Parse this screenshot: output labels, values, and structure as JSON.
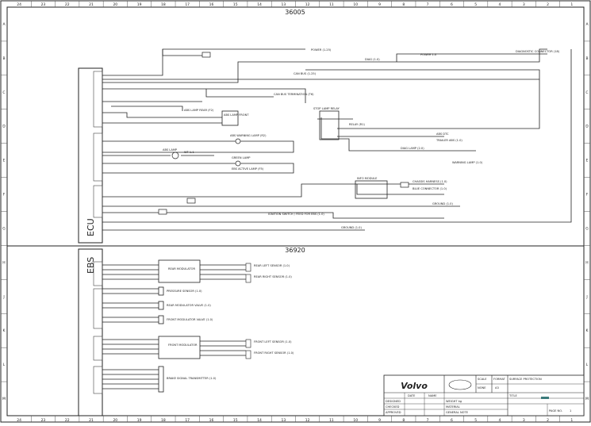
{
  "border": {
    "top_columns": [
      "24",
      "23",
      "22",
      "21",
      "20",
      "19",
      "18",
      "17",
      "16",
      "15",
      "14",
      "13",
      "12",
      "11",
      "10",
      "9",
      "8",
      "7",
      "6",
      "5",
      "4",
      "3",
      "2",
      "1"
    ],
    "bottom_columns": [
      "24",
      "23",
      "22",
      "21",
      "20",
      "19",
      "18",
      "17",
      "16",
      "15",
      "14",
      "13",
      "12",
      "11",
      "10",
      "9",
      "8",
      "7",
      "6",
      "5",
      "4",
      "3",
      "2",
      "1"
    ],
    "rows": [
      "A",
      "B",
      "C",
      "D",
      "E",
      "F",
      "G",
      "H",
      "J",
      "K",
      "L",
      "M"
    ]
  },
  "sections": {
    "upper_number": "36005",
    "lower_number": "36920"
  },
  "modules": {
    "ecu_label": "ECU",
    "ebs_label": "EBS"
  },
  "upper_components": {
    "power_label": "POWER (1.25)",
    "power_right_label": "POWER 1.0",
    "diag_connector": "DIAGNOSTIC CONNECTOR (18)",
    "diag_connector_a": "DIAG (1.0)",
    "can_bus": "CAN BUS (1.25)",
    "can_bus_termination": "CAN BUS TERMINATION (T6)",
    "abs_lamp_rear": "ABS LAMP REAR (F2)",
    "abs_lamp_front": "ABS LAMP FRONT",
    "abs_warning_lamp": "ABS WARNING LAMP (R2)",
    "abs_lamp": "ABS LAMP",
    "ebs_active_lamp": "EBS ACTIVE LAMP (F5)",
    "wt_1_1": "WT 1.1",
    "green_lamp": "GREEN LAMP",
    "stop_lamp_relay": "STOP LAMP RELAY",
    "relay_label": "RELAY (R1)",
    "abs_dtc": "ABS DTC",
    "trailer_abs": "TRAILER ABS (1.0)",
    "diag_lamp": "DIAG LAMP (2.0)",
    "warning_lamp": "WARNING LAMP (1.0)",
    "ignition_switch": "IGNITION SWITCH / FEED FOR EBS (1.0)",
    "ground": "GROUND (1.0)",
    "chassis_harness": "CHASSIS HARNESS (1.0)",
    "blue_connector": "BLUE CONNECTOR (1.0)",
    "info_module": "INFO MODULE"
  },
  "lower_components": {
    "rear_modulator": "REAR MODULATOR",
    "front_modulator": "FRONT MODULATOR",
    "rear_left_sensor": "REAR LEFT SENSOR (1.0)",
    "rear_right_sensor": "REAR RIGHT SENSOR (1.0)",
    "pressure_sensor": "PRESSURE SENSOR (1.0)",
    "rear_modulator_valve": "REAR MODULATOR VALVE (1.0)",
    "front_modulator_valve": "FRONT MODULATOR VALVE (1.0)",
    "front_left_sensor": "FRONT LEFT SENSOR (1.0)",
    "front_right_sensor": "FRONT RIGHT SENSOR (1.0)",
    "brake_signal_transmitter": "BRAKE SIGNAL TRANSMITTER (1.0)"
  },
  "title_block": {
    "logo": "Volvo",
    "scale_label": "SCALE",
    "format_label": "FORMAT",
    "surface_label": "SURFACE PROTECTION",
    "scale_value": "NONE",
    "format_value": "A3",
    "date_label": "DATE",
    "name_label": "NAME",
    "title_label": "TITLE",
    "designed_label": "DESIGNED",
    "checked_label": "CHECKED",
    "approved_label": "APPROVED",
    "weight_label": "WEIGHT kg",
    "material_label": "MATERIAL",
    "general_label": "GENERAL NOTE",
    "page_label": "PAGE NO.",
    "page_value": "1"
  },
  "colors": {
    "line": "#222222",
    "grid": "#555555",
    "accent": "#3a7a7a"
  }
}
